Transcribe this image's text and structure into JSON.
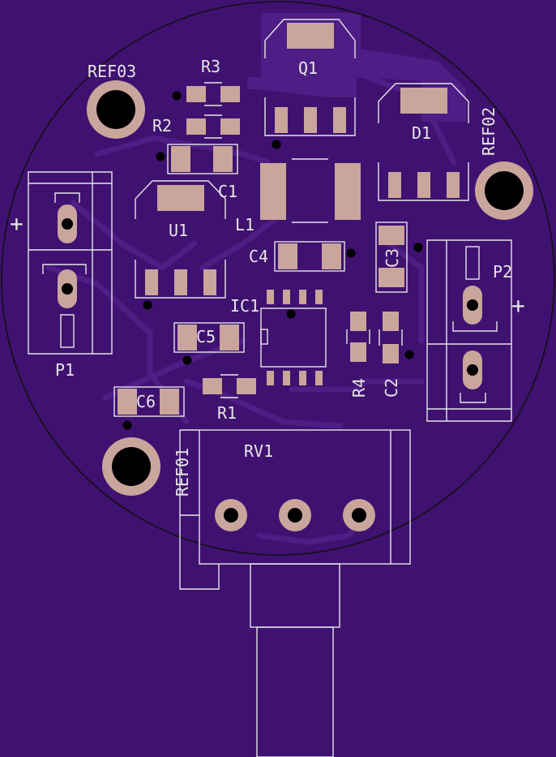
{
  "colors": {
    "board": "#3f1170",
    "copper": "#4e1d85",
    "pad": "#c9a59c",
    "silkscreen": "#e6e6e6",
    "outline": "#111111"
  },
  "labels": {
    "ref01": "REF01",
    "ref02": "REF02",
    "ref03": "REF03",
    "q1": "Q1",
    "d1": "D1",
    "u1": "U1",
    "l1": "L1",
    "ic1": "IC1",
    "p1": "P1",
    "p2": "P2",
    "rv1": "RV1",
    "r1": "R1",
    "r2": "R2",
    "r3": "R3",
    "r4": "R4",
    "c1": "C1",
    "c2": "C2",
    "c3": "C3",
    "c4": "C4",
    "c5": "C5",
    "c6": "C6",
    "plus": "+"
  }
}
